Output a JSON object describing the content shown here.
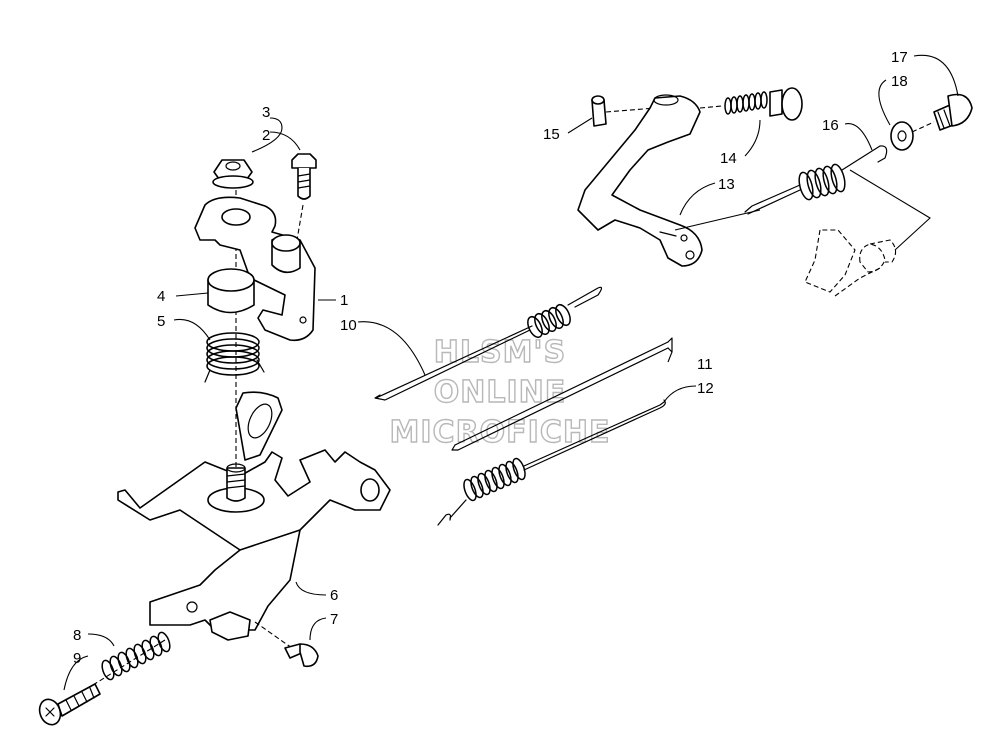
{
  "watermark": {
    "line1": "HLSM'S",
    "line2": "ONLINE",
    "line3": "MICROFICHE"
  },
  "callouts": {
    "c1": "1",
    "c2": "2",
    "c3": "3",
    "c4": "4",
    "c5": "5",
    "c6": "6",
    "c7": "7",
    "c8": "8",
    "c9": "9",
    "c10": "10",
    "c11": "11",
    "c12": "12",
    "c13": "13",
    "c14": "14",
    "c15": "15",
    "c16": "16",
    "c17": "17",
    "c18": "18"
  }
}
